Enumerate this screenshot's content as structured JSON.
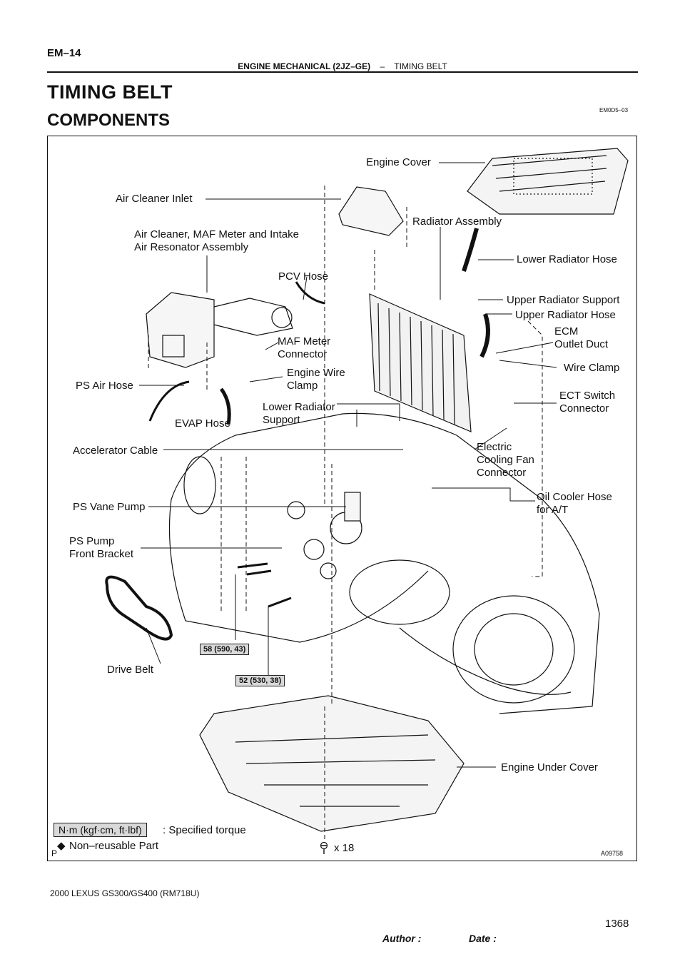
{
  "header": {
    "page_id": "EM–14",
    "section": "ENGINE MECHANICAL (2JZ–GE)",
    "separator": "–",
    "topic": "TIMING BELT",
    "title": "TIMING BELT",
    "subtitle": "COMPONENTS",
    "doc_code": "EM0D5–03"
  },
  "labels": {
    "engine_cover": "Engine Cover",
    "air_cleaner_inlet": "Air Cleaner Inlet",
    "radiator_assembly": "Radiator Assembly",
    "air_cleaner_assembly_1": "Air Cleaner, MAF Meter and Intake",
    "air_cleaner_assembly_2": "Air Resonator Assembly",
    "lower_radiator_hose": "Lower Radiator Hose",
    "pcv_hose": "PCV Hose",
    "upper_radiator_support": "Upper Radiator Support",
    "upper_radiator_hose": "Upper Radiator Hose",
    "ecm_outlet_duct_1": "ECM",
    "ecm_outlet_duct_2": "Outlet Duct",
    "maf_connector_1": "MAF Meter",
    "maf_connector_2": "Connector",
    "wire_clamp": "Wire Clamp",
    "engine_wire_clamp_1": "Engine Wire",
    "engine_wire_clamp_2": "Clamp",
    "ps_air_hose": "PS Air Hose",
    "ect_switch_1": "ECT Switch",
    "ect_switch_2": "Connector",
    "lower_radiator_support_1": "Lower Radiator",
    "lower_radiator_support_2": "Support",
    "evap_hose": "EVAP Hose",
    "accelerator_cable": "Accelerator Cable",
    "electric_fan_1": "Electric",
    "electric_fan_2": "Cooling Fan",
    "electric_fan_3": "Connector",
    "ps_vane_pump": "PS Vane Pump",
    "oil_cooler_1": "Oil Cooler Hose",
    "oil_cooler_2": "for A/T",
    "ps_bracket_1": "PS Pump",
    "ps_bracket_2": "Front Bracket",
    "drive_belt": "Drive Belt",
    "engine_under_cover": "Engine Under Cover"
  },
  "torque": {
    "t1": "58 (590, 43)",
    "t2": "52 (530, 38)"
  },
  "legend": {
    "unit_box": "N·m (kgf·cm, ft·lbf)",
    "unit_text": ": Specified torque",
    "non_reusable_symbol": "◆",
    "non_reusable": "Non–reusable Part",
    "bolt_count": "x 18",
    "corner": "P",
    "figure_id": "A09758"
  },
  "footer": {
    "model": "2000 LEXUS GS300/GS400   (RM718U)",
    "author": "Author :",
    "date": "Date :",
    "page": "1368"
  }
}
